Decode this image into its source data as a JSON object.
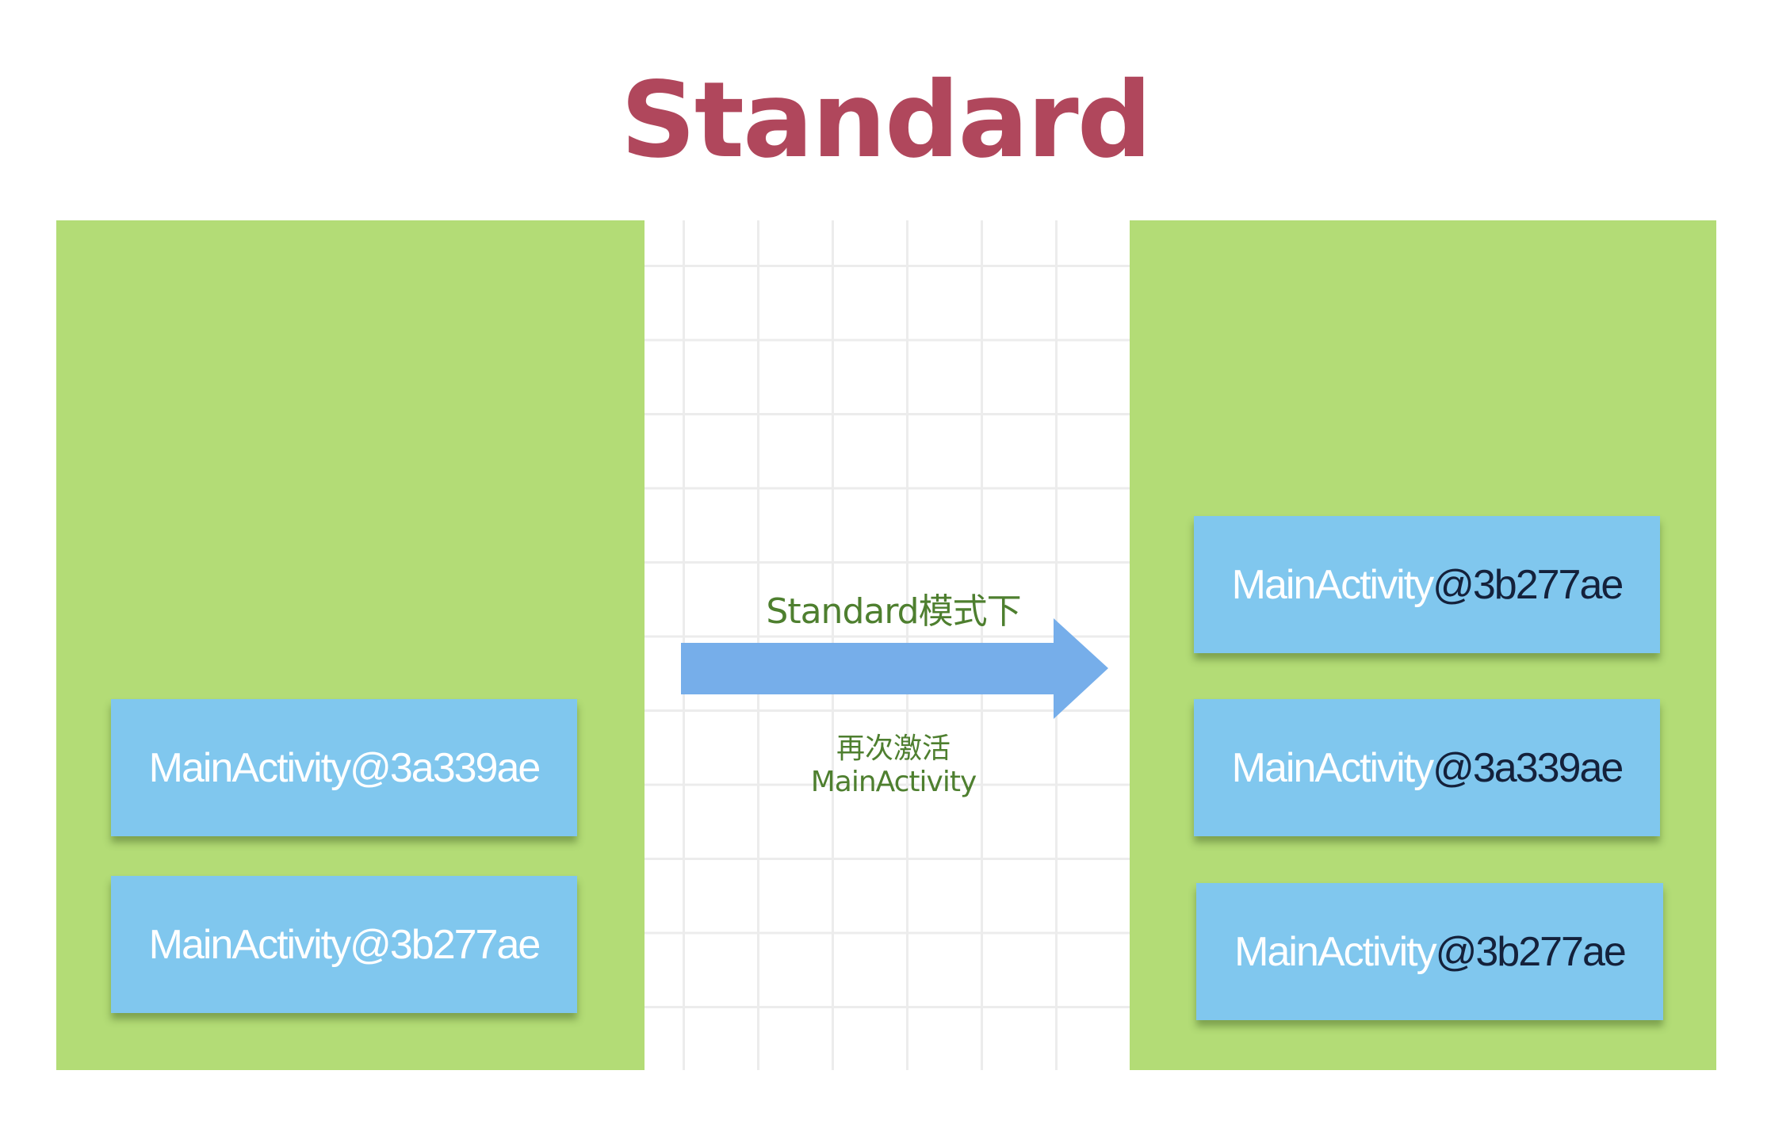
{
  "title": "Standard",
  "colors": {
    "title": "#b0475c",
    "stack_background": "#b3dc76",
    "card_background": "#80c7ee",
    "arrow": "#76aeea",
    "label_text": "#4e7f2f",
    "grid_line": "#ececec"
  },
  "left_stack": {
    "cards": [
      {
        "name": "MainActivity",
        "address": "@3a339ae"
      },
      {
        "name": "MainActivity",
        "address": "@3b277ae"
      }
    ]
  },
  "transition": {
    "label_top": "Standard模式下",
    "label_bottom_line1": "再次激活",
    "label_bottom_line2": "MainActivity",
    "icon": "arrow-right-icon"
  },
  "right_stack": {
    "cards": [
      {
        "name": "MainActivity",
        "address": "@3b277ae"
      },
      {
        "name": "MainActivity",
        "address": "@3a339ae"
      },
      {
        "name": "MainActivity",
        "address": "@3b277ae"
      }
    ]
  }
}
